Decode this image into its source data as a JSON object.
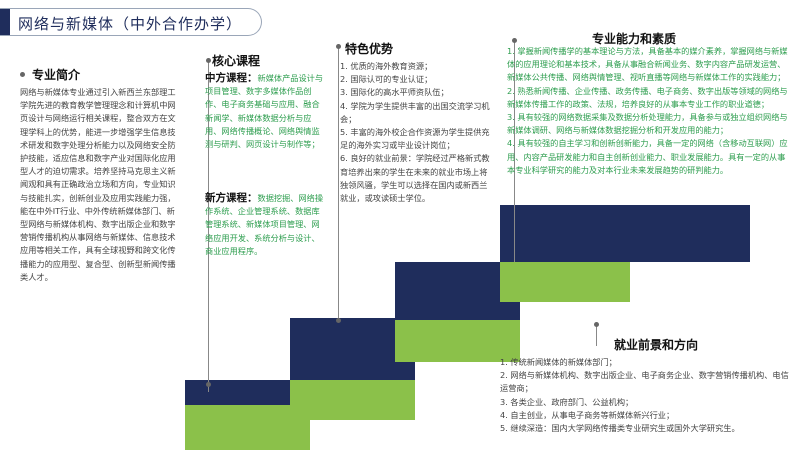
{
  "header": {
    "title": "网络与新媒体（中外合作办学）"
  },
  "intro": {
    "title": "专业简介",
    "body": "网络与新媒体专业通过引入新西兰东部理工学院先进的教育教学管理理念和计算机中网页设计与网络运行相关课程，整合双方在文理学科上的优势，能进一步增强学生信息技术研发和数字处理分析能力以及网络安全防护技能，适应信息和数字产业对国际化应用型人才的迫切需求。培养坚持马克思主义新闻观和具有正确政治立场和方向，专业知识与技能扎实，创新创业及应用实践能力强，能在中外IT行业、中外传统新媒体部门、新型网络与新媒体机构、数字出版企业和数字营销传播机构从事网络与新媒体、信息技术应用等相关工作，具有全球视野和跨文化传播能力的应用型、复合型、创新型新闻传播类人才。"
  },
  "courses": {
    "title": "核心课程",
    "chinese_label": "中方课程：",
    "chinese_text": "新媒体产品设计与项目管理、数字多媒体作品创作、电子商务基础与应用、融合新闻学、新媒体数据分析与应用、网络传播概论、网络舆情监测与研判、网页设计与制作等；",
    "foreign_label": "新方课程：",
    "foreign_text": "数据挖掘、网络操作系统、企业管理系统、数据库管理系统、新媒体项目管理、网络应用开发、系统分析与设计、商业应用程序。"
  },
  "features": {
    "title": "特色优势",
    "items": [
      "1. 优质的海外教育资源；",
      "2. 国际认可的专业认证；",
      "3. 国际化的高水平师资队伍；",
      "4. 学院为学生提供丰富的出国交流学习机会；",
      "5. 丰富的海外校企合作资源为学生提供充足的海外实习或毕业设计岗位；",
      "6. 良好的就业前景：学院经过严格新式教育培养出来的学生在未来的就业市场上将独领风骚，学生可以选择在国内或新西兰就业，或攻读硕士学位。"
    ]
  },
  "abilities": {
    "title": "专业能力和素质",
    "items": [
      "1. 掌握新闻传播学的基本理论与方法，具备基本的媒介素养，掌握网络与新媒体的应用理论和基本技术，具备从事融合新闻业务、数字内容产品研发运营、新媒体公共传播、网络舆情管理、视听直播等网络与新媒体工作的实践能力；",
      "2. 熟悉新闻传播、企业传播、政务传播、电子商务、数字出版等领域的网络与新媒体传播工作的政策、法规，培养良好的从事本专业工作的职业道德；",
      "3. 具有较强的网络数据采集及数据分析处理能力，具备参与或独立组织网络与新媒体调研、网络与新媒体数据挖掘分析和开发应用的能力；",
      "4. 具有较强的自主学习和创新创新能力，具备一定的网络（含移动互联网）应用、内容产品研发能力和自主创新创业能力、职业发展能力。具有一定的从事本专业科学研究的能力及对本行业未来发展趋势的研判能力。"
    ]
  },
  "career": {
    "title": "就业前景和方向",
    "items": [
      "1. 传统新闻媒体的新媒体部门；",
      "2. 网络与新媒体机构、数字出版企业、电子商务企业、数字营销传播机构、电信运营商；",
      "3. 各类企业、政府部门、公益机构；",
      "4. 自主创业，从事电子商务等新媒体新兴行业；",
      "5. 继续深造：国内大学网络传播类专业研究生或国外大学研究生。"
    ]
  },
  "colors": {
    "navy": "#1f2d5c",
    "green": "#8bc14a",
    "text_green": "#2e9e4f"
  }
}
